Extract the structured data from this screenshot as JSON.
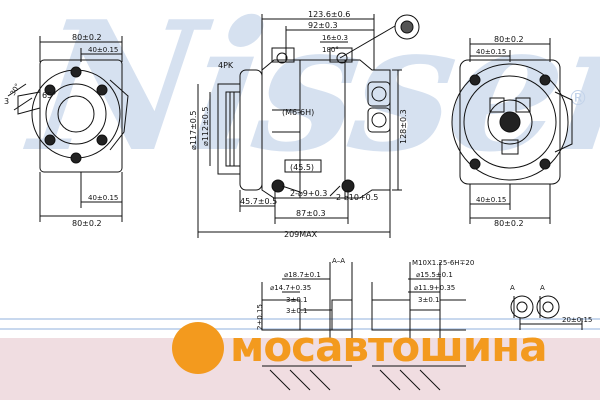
{
  "watermark": {
    "text": "Nissens",
    "registered": "®"
  },
  "brand": {
    "name": "мосавтошина",
    "color": "#f39a1e"
  },
  "colors": {
    "watermark": "#cfdcee",
    "band": "#f0dde1",
    "line": "#111111"
  },
  "left_view": {
    "top_80": "80±0.2",
    "top_40": "40±0.15",
    "bottom_40": "40±0.15",
    "bottom_80": "80±0.2",
    "angle_65": "65°",
    "angle_30": "30°",
    "side_3": "3"
  },
  "center_view": {
    "d1236": "123.6±0.6",
    "d92": "92±0.3",
    "d16": "16±0.3",
    "d180": "180°",
    "pk4": "4PK",
    "d117": "⌀117±0.5",
    "d112": "⌀112±0.5",
    "m6": "(M6-6H)",
    "d455": "(45.5)",
    "d128": "128±0.3",
    "hole2": "2-⌀9+0.3",
    "hole2b": "2-⌀10+0.5",
    "d457": "45.7±0.5",
    "d87": "87±0.3",
    "d209": "209MAX"
  },
  "right_view": {
    "top_80": "80±0.2",
    "top_40": "40±0.15",
    "bottom_40": "40±0.15",
    "bottom_80": "80±0.2"
  },
  "section": {
    "title": "A–A",
    "d187": "⌀18.7±0.1",
    "d147": "⌀14.7+0.35",
    "d3a": "3±0.1",
    "d3b": "3±0.1",
    "d219": "2±0.15",
    "m10": "M10X1.25-6H∓20",
    "d155": "⌀15.5±0.1",
    "d119": "⌀11.9+0.35",
    "d3c": "3±0.1",
    "d20": "20±0.15",
    "labelA1": "A",
    "labelA2": "A"
  }
}
